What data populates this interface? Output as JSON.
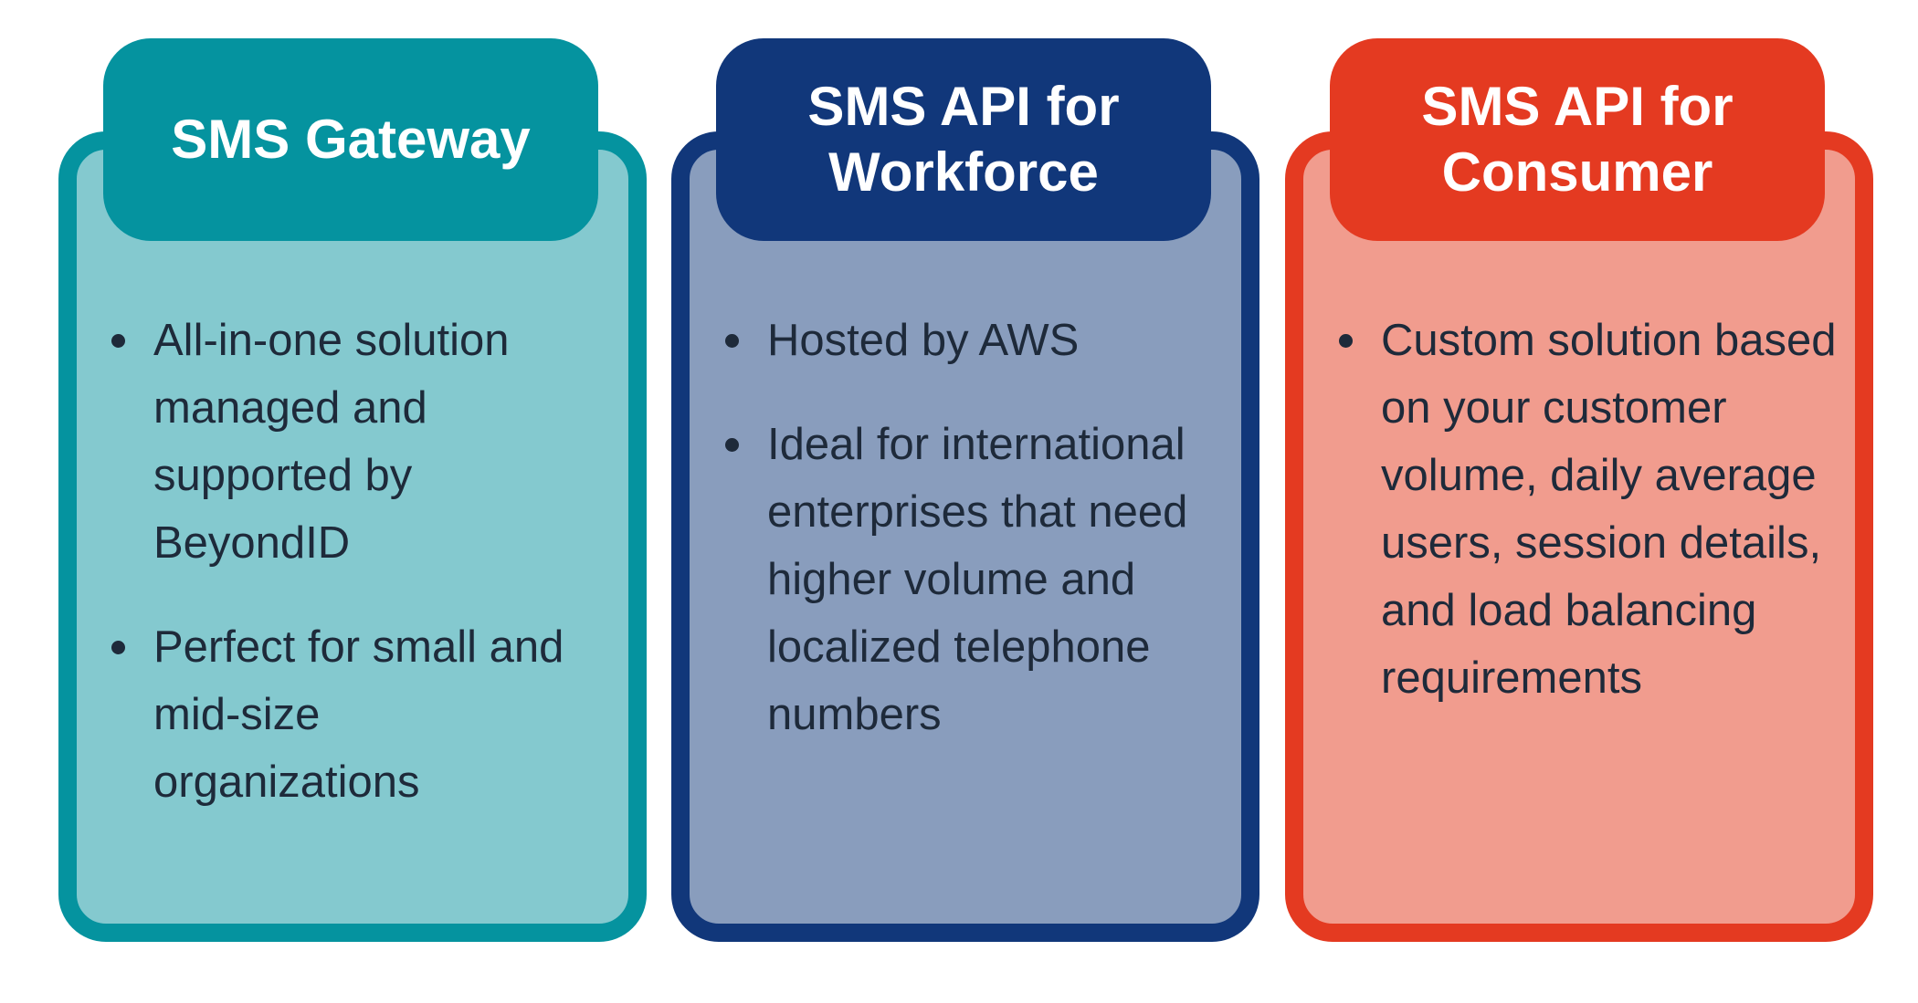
{
  "colors": {
    "teal_dark": "#05939f",
    "teal_light": "#84c9cf",
    "navy_dark": "#11377a",
    "navy_light": "#899dbd",
    "red_dark": "#e43a21",
    "red_light": "#f19c8e",
    "text": "#1e2a3a"
  },
  "cards": [
    {
      "title": "SMS Gateway",
      "bullets": [
        "All-in-one solution managed and supported by BeyondID",
        "Perfect for small and mid-size organizations"
      ]
    },
    {
      "title": "SMS API for\nWorkforce",
      "bullets": [
        "Hosted by AWS",
        "Ideal for international enterprises that need higher volume and localized telephone numbers"
      ]
    },
    {
      "title": "SMS API for\nConsumer",
      "bullets": [
        "Custom solution based on your customer volume, daily average users, session details, and load balancing requirements"
      ]
    }
  ]
}
